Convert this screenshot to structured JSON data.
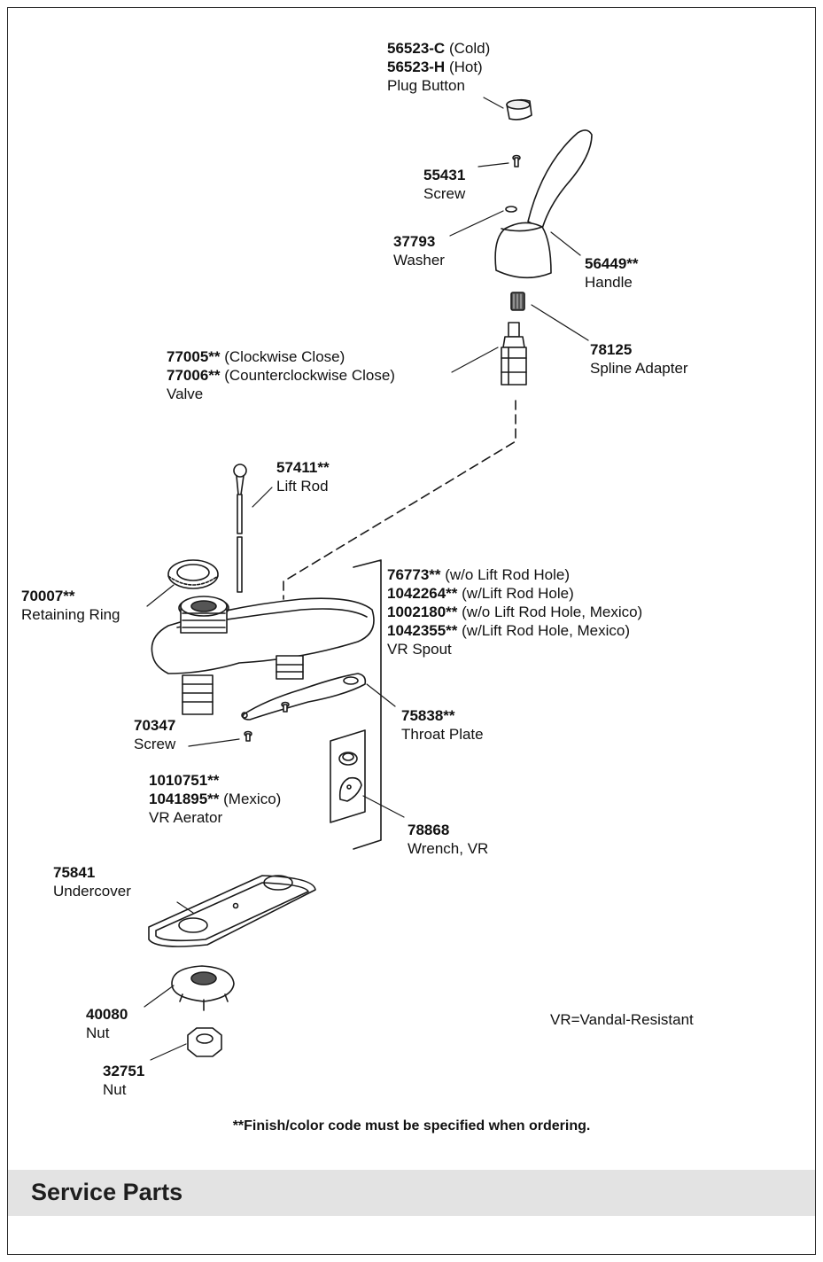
{
  "parts": [
    {
      "key": "plug_button",
      "lines": [
        [
          {
            "b": "56523-C",
            "t": " (Cold)"
          }
        ],
        [
          {
            "b": "56523-H",
            "t": " (Hot)"
          }
        ],
        [
          {
            "b": "",
            "t": "Plug Button"
          }
        ]
      ]
    },
    {
      "key": "screw_55431",
      "lines": [
        [
          {
            "b": "55431",
            "t": ""
          }
        ],
        [
          {
            "b": "",
            "t": "Screw"
          }
        ]
      ]
    },
    {
      "key": "washer",
      "lines": [
        [
          {
            "b": "37793",
            "t": ""
          }
        ],
        [
          {
            "b": "",
            "t": "Washer"
          }
        ]
      ]
    },
    {
      "key": "handle",
      "lines": [
        [
          {
            "b": "56449**",
            "t": ""
          }
        ],
        [
          {
            "b": "",
            "t": "Handle"
          }
        ]
      ]
    },
    {
      "key": "spline_adapter",
      "lines": [
        [
          {
            "b": "78125",
            "t": ""
          }
        ],
        [
          {
            "b": "",
            "t": "Spline Adapter"
          }
        ]
      ]
    },
    {
      "key": "valve",
      "lines": [
        [
          {
            "b": "77005**",
            "t": " (Clockwise Close)"
          }
        ],
        [
          {
            "b": "77006**",
            "t": " (Counterclockwise Close)"
          }
        ],
        [
          {
            "b": "",
            "t": "Valve"
          }
        ]
      ]
    },
    {
      "key": "lift_rod",
      "lines": [
        [
          {
            "b": "57411**",
            "t": ""
          }
        ],
        [
          {
            "b": "",
            "t": "Lift Rod"
          }
        ]
      ]
    },
    {
      "key": "vr_spout",
      "lines": [
        [
          {
            "b": "76773**",
            "t": " (w/o Lift Rod Hole)"
          }
        ],
        [
          {
            "b": "1042264**",
            "t": " (w/Lift Rod Hole)"
          }
        ],
        [
          {
            "b": "1002180**",
            "t": " (w/o Lift Rod Hole, Mexico)"
          }
        ],
        [
          {
            "b": "1042355**",
            "t": " (w/Lift Rod Hole, Mexico)"
          }
        ],
        [
          {
            "b": "",
            "t": "VR Spout"
          }
        ]
      ]
    },
    {
      "key": "retaining_ring",
      "lines": [
        [
          {
            "b": "70007**",
            "t": ""
          }
        ],
        [
          {
            "b": "",
            "t": "Retaining Ring"
          }
        ]
      ]
    },
    {
      "key": "screw_70347",
      "lines": [
        [
          {
            "b": "70347",
            "t": ""
          }
        ],
        [
          {
            "b": "",
            "t": "Screw"
          }
        ]
      ]
    },
    {
      "key": "throat_plate",
      "lines": [
        [
          {
            "b": "75838**",
            "t": ""
          }
        ],
        [
          {
            "b": "",
            "t": "Throat Plate"
          }
        ]
      ]
    },
    {
      "key": "vr_aerator",
      "lines": [
        [
          {
            "b": "1010751**",
            "t": ""
          }
        ],
        [
          {
            "b": "1041895**",
            "t": " (Mexico)"
          }
        ],
        [
          {
            "b": "",
            "t": "VR Aerator"
          }
        ]
      ]
    },
    {
      "key": "wrench_vr",
      "lines": [
        [
          {
            "b": "78868",
            "t": ""
          }
        ],
        [
          {
            "b": "",
            "t": "Wrench, VR"
          }
        ]
      ]
    },
    {
      "key": "undercover",
      "lines": [
        [
          {
            "b": "75841",
            "t": ""
          }
        ],
        [
          {
            "b": "",
            "t": "Undercover"
          }
        ]
      ]
    },
    {
      "key": "nut_40080",
      "lines": [
        [
          {
            "b": "40080",
            "t": ""
          }
        ],
        [
          {
            "b": "",
            "t": "Nut"
          }
        ]
      ]
    },
    {
      "key": "nut_32751",
      "lines": [
        [
          {
            "b": "32751",
            "t": ""
          }
        ],
        [
          {
            "b": "",
            "t": "Nut"
          }
        ]
      ]
    }
  ],
  "legend_note": "VR=Vandal-Resistant",
  "footnote": "**Finish/color code must be specified when ordering.",
  "section_title": "Service Parts",
  "colors": {
    "border": "#2a2a2a",
    "section_bar": "#e3e3e3",
    "ink": "#111111"
  }
}
